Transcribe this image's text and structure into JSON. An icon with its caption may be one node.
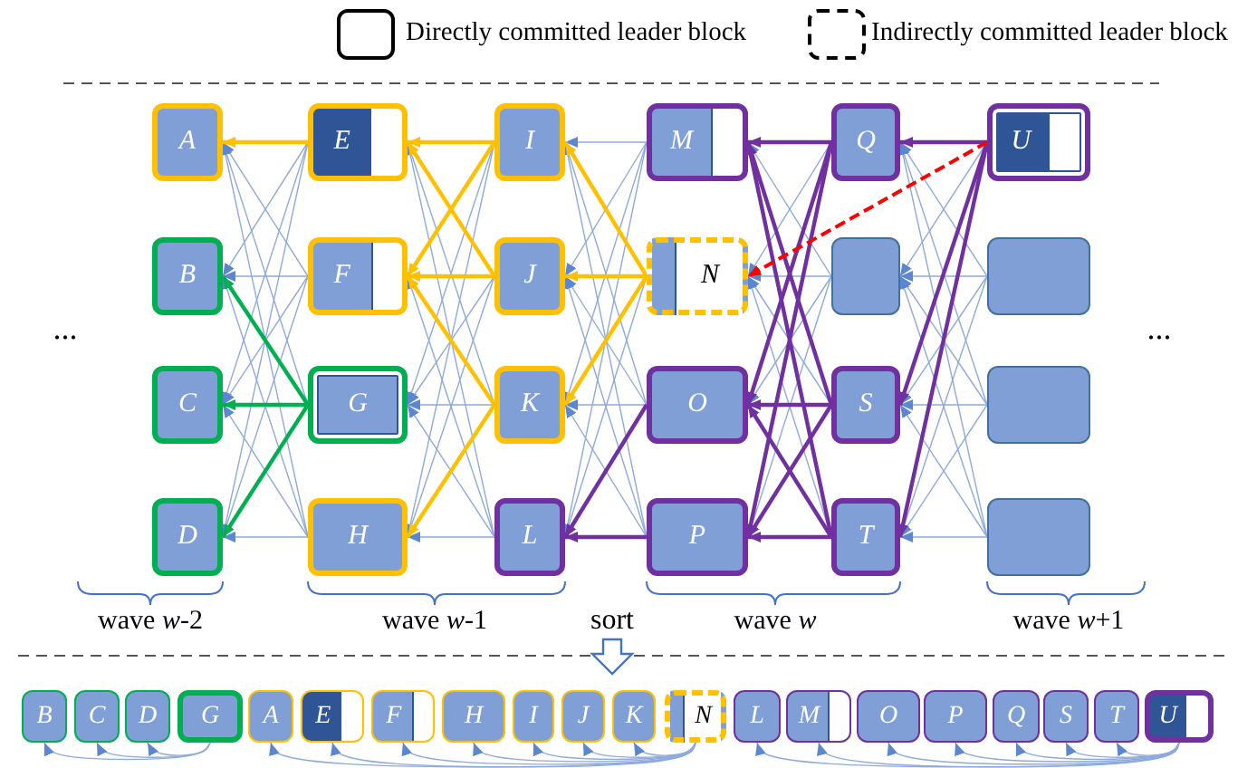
{
  "diagram": {
    "nodes": [
      {
        "text": [
          "A"
        ]
      },
      {
        "text": [
          "B"
        ]
      },
      {
        "text": [
          "C"
        ]
      },
      {
        "text": [
          "D"
        ]
      },
      {
        "text": [
          "E"
        ]
      },
      {
        "text": [
          "F"
        ]
      },
      {
        "text": [
          "G"
        ]
      },
      {
        "text": [
          "H"
        ]
      },
      {
        "text": [
          "I"
        ]
      },
      {
        "text": [
          "J"
        ]
      },
      {
        "text": [
          "K"
        ]
      },
      {
        "text": [
          "L"
        ]
      },
      {
        "text": [
          "M"
        ]
      },
      {
        "text": [
          "N"
        ]
      },
      {
        "text": [
          "O"
        ]
      },
      {
        "text": [
          "P"
        ]
      },
      {
        "text": [
          "Q"
        ]
      },
      {
        "text": [],
        "shape": "box"
      },
      {
        "text": [
          "S"
        ]
      },
      {
        "text": [
          "T"
        ]
      },
      {
        "text": [
          "U"
        ]
      },
      {
        "text": [],
        "shape": "box"
      },
      {
        "text": [],
        "shape": "box"
      },
      {
        "text": [],
        "shape": "box"
      },
      {
        "text": [
          "B"
        ]
      },
      {
        "text": [
          "C"
        ]
      },
      {
        "text": [
          "D"
        ]
      },
      {
        "text": [
          "G"
        ]
      },
      {
        "text": [
          "A"
        ]
      },
      {
        "text": [
          "E"
        ]
      },
      {
        "text": [
          "F"
        ]
      },
      {
        "text": [
          "H"
        ]
      },
      {
        "text": [
          "I"
        ]
      },
      {
        "text": [
          "J"
        ]
      },
      {
        "text": [
          "K"
        ]
      },
      {
        "text": [
          "N"
        ]
      },
      {
        "text": [
          "L"
        ]
      },
      {
        "text": [
          "M"
        ]
      },
      {
        "text": [
          "O"
        ]
      },
      {
        "text": [
          "P"
        ]
      },
      {
        "text": [
          "Q"
        ]
      },
      {
        "text": [
          "S"
        ]
      },
      {
        "text": [
          "T"
        ]
      },
      {
        "text": [
          "U"
        ]
      }
    ],
    "edges": [
      {
        "from": 4,
        "to": 1,
        "arrow": "to"
      },
      {
        "from": 4,
        "to": 2,
        "arrow": "to"
      },
      {
        "from": 4,
        "to": 3,
        "arrow": "to"
      },
      {
        "from": 5,
        "to": 0,
        "arrow": "to"
      },
      {
        "from": 5,
        "to": 1,
        "arrow": "to"
      },
      {
        "from": 5,
        "to": 2,
        "arrow": "to"
      },
      {
        "from": 5,
        "to": 3,
        "arrow": "to"
      },
      {
        "from": 6,
        "to": 0,
        "arrow": "to"
      },
      {
        "from": 7,
        "to": 0,
        "arrow": "to"
      },
      {
        "from": 7,
        "to": 1,
        "arrow": "to"
      },
      {
        "from": 7,
        "to": 2,
        "arrow": "to"
      },
      {
        "from": 7,
        "to": 3,
        "arrow": "to"
      },
      {
        "from": 8,
        "to": 6,
        "arrow": "to"
      },
      {
        "from": 8,
        "to": 7,
        "arrow": "to"
      },
      {
        "from": 9,
        "to": 6,
        "arrow": "to"
      },
      {
        "from": 9,
        "to": 7,
        "arrow": "to"
      },
      {
        "from": 10,
        "to": 4,
        "arrow": "to"
      },
      {
        "from": 10,
        "to": 6,
        "arrow": "to"
      },
      {
        "from": 11,
        "to": 4,
        "arrow": "to"
      },
      {
        "from": 11,
        "to": 5,
        "arrow": "to"
      },
      {
        "from": 11,
        "to": 6,
        "arrow": "to"
      },
      {
        "from": 11,
        "to": 7,
        "arrow": "to"
      },
      {
        "from": 12,
        "to": 8,
        "arrow": "to"
      },
      {
        "from": 12,
        "to": 9,
        "arrow": "to"
      },
      {
        "from": 12,
        "to": 10,
        "arrow": "to"
      },
      {
        "from": 12,
        "to": 11,
        "arrow": "to"
      },
      {
        "from": 13,
        "to": 11,
        "arrow": "to"
      },
      {
        "from": 14,
        "to": 8,
        "arrow": "to"
      },
      {
        "from": 14,
        "to": 9,
        "arrow": "to"
      },
      {
        "from": 14,
        "to": 10,
        "arrow": "to"
      },
      {
        "from": 15,
        "to": 8,
        "arrow": "to"
      },
      {
        "from": 15,
        "to": 9,
        "arrow": "to"
      },
      {
        "from": 15,
        "to": 10,
        "arrow": "to"
      },
      {
        "from": 16,
        "to": 13,
        "arrow": "to"
      },
      {
        "from": 17,
        "to": 12,
        "arrow": "to"
      },
      {
        "from": 17,
        "to": 13,
        "arrow": "to"
      },
      {
        "from": 17,
        "to": 14,
        "arrow": "to"
      },
      {
        "from": 17,
        "to": 15,
        "arrow": "to"
      },
      {
        "from": 18,
        "to": 13,
        "arrow": "to"
      },
      {
        "from": 19,
        "to": 13,
        "arrow": "to"
      },
      {
        "from": 20,
        "to": 17,
        "arrow": "to"
      },
      {
        "from": 21,
        "to": 16,
        "arrow": "to"
      },
      {
        "from": 21,
        "to": 17,
        "arrow": "to"
      },
      {
        "from": 21,
        "to": 18,
        "arrow": "to"
      },
      {
        "from": 21,
        "to": 19,
        "arrow": "to"
      },
      {
        "from": 22,
        "to": 16,
        "arrow": "to"
      },
      {
        "from": 22,
        "to": 17,
        "arrow": "to"
      },
      {
        "from": 22,
        "to": 18,
        "arrow": "to"
      },
      {
        "from": 22,
        "to": 19,
        "arrow": "to"
      },
      {
        "from": 23,
        "to": 16,
        "arrow": "to"
      },
      {
        "from": 23,
        "to": 17,
        "arrow": "to"
      },
      {
        "from": 23,
        "to": 18,
        "arrow": "to"
      },
      {
        "from": 23,
        "to": 19,
        "arrow": "to"
      },
      {
        "from": 4,
        "to": 0,
        "arrow": "to",
        "style": "thick",
        "color": "#ffc000"
      },
      {
        "from": 8,
        "to": 4,
        "arrow": "to",
        "style": "thick",
        "color": "#ffc000"
      },
      {
        "from": 8,
        "to": 5,
        "arrow": "to",
        "style": "thick",
        "color": "#ffc000"
      },
      {
        "from": 9,
        "to": 4,
        "arrow": "to",
        "style": "thick",
        "color": "#ffc000"
      },
      {
        "from": 9,
        "to": 5,
        "arrow": "to",
        "style": "thick",
        "color": "#ffc000"
      },
      {
        "from": 10,
        "to": 5,
        "arrow": "to",
        "style": "thick",
        "color": "#ffc000"
      },
      {
        "from": 10,
        "to": 7,
        "arrow": "to",
        "style": "thick",
        "color": "#ffc000"
      },
      {
        "from": 13,
        "to": 8,
        "arrow": "to",
        "style": "thick",
        "color": "#ffc000"
      },
      {
        "from": 13,
        "to": 9,
        "arrow": "to",
        "style": "thick",
        "color": "#ffc000"
      },
      {
        "from": 13,
        "to": 10,
        "arrow": "to",
        "style": "thick",
        "color": "#ffc000"
      },
      {
        "from": 6,
        "to": 1,
        "arrow": "to",
        "style": "thick",
        "color": "#00b050"
      },
      {
        "from": 6,
        "to": 2,
        "arrow": "to",
        "style": "thick",
        "color": "#00b050"
      },
      {
        "from": 6,
        "to": 3,
        "arrow": "to",
        "style": "thick",
        "color": "#00b050"
      },
      {
        "from": 16,
        "to": 12,
        "arrow": "to",
        "style": "thick",
        "color": "#7030a0"
      },
      {
        "from": 16,
        "to": 14,
        "arrow": "to",
        "style": "thick",
        "color": "#7030a0"
      },
      {
        "from": 16,
        "to": 15,
        "arrow": "to",
        "style": "thick",
        "color": "#7030a0"
      },
      {
        "from": 18,
        "to": 12,
        "arrow": "to",
        "style": "thick",
        "color": "#7030a0"
      },
      {
        "from": 18,
        "to": 14,
        "arrow": "to",
        "style": "thick",
        "color": "#7030a0"
      },
      {
        "from": 18,
        "to": 15,
        "arrow": "to",
        "style": "thick",
        "color": "#7030a0"
      },
      {
        "from": 19,
        "to": 12,
        "arrow": "to",
        "style": "thick",
        "color": "#7030a0"
      },
      {
        "from": 19,
        "to": 14,
        "arrow": "to",
        "style": "thick",
        "color": "#7030a0"
      },
      {
        "from": 19,
        "to": 15,
        "arrow": "to",
        "style": "thick",
        "color": "#7030a0"
      },
      {
        "from": 20,
        "to": 16,
        "arrow": "to",
        "style": "thick",
        "color": "#7030a0"
      },
      {
        "from": 20,
        "to": 18,
        "arrow": "to",
        "style": "thick",
        "color": "#7030a0"
      },
      {
        "from": 20,
        "to": 19,
        "arrow": "to",
        "style": "thick",
        "color": "#7030a0"
      },
      {
        "from": 14,
        "to": 11,
        "arrow": "to",
        "style": "thick",
        "color": "#7030a0"
      },
      {
        "from": 15,
        "to": 11,
        "arrow": "to",
        "style": "thick",
        "color": "#7030a0"
      },
      {
        "from": 20,
        "to": 13,
        "arrow": "to",
        "style": "dashed",
        "color": "#ff0000"
      },
      {
        "from": 27,
        "to": 24,
        "arrow": "to"
      },
      {
        "from": 27,
        "to": 25,
        "arrow": "to"
      },
      {
        "from": 27,
        "to": 26,
        "arrow": "to"
      },
      {
        "from": 35,
        "to": 28,
        "arrow": "to"
      },
      {
        "from": 35,
        "to": 29,
        "arrow": "to"
      },
      {
        "from": 35,
        "to": 30,
        "arrow": "to"
      },
      {
        "from": 35,
        "to": 31,
        "arrow": "to"
      },
      {
        "from": 35,
        "to": 32,
        "arrow": "to"
      },
      {
        "from": 35,
        "to": 33,
        "arrow": "to"
      },
      {
        "from": 35,
        "to": 34,
        "arrow": "to"
      },
      {
        "from": 43,
        "to": 36,
        "arrow": "to"
      },
      {
        "from": 43,
        "to": 37,
        "arrow": "to"
      },
      {
        "from": 43,
        "to": 38,
        "arrow": "to"
      },
      {
        "from": 43,
        "to": 39,
        "arrow": "to"
      },
      {
        "from": 43,
        "to": 40,
        "arrow": "to"
      },
      {
        "from": 43,
        "to": 41,
        "arrow": "to"
      },
      {
        "from": 43,
        "to": 42,
        "arrow": "to"
      }
    ],
    "labels": [
      "...",
      "...",
      "wave *w*-2",
      "wave *w*-1",
      "sort",
      "wave *w*",
      "wave *w*+1"
    ],
    "legend": [
      {
        "text": "Directly committed leader block"
      },
      {
        "text": "Indirectly committed leader block"
      }
    ]
  }
}
